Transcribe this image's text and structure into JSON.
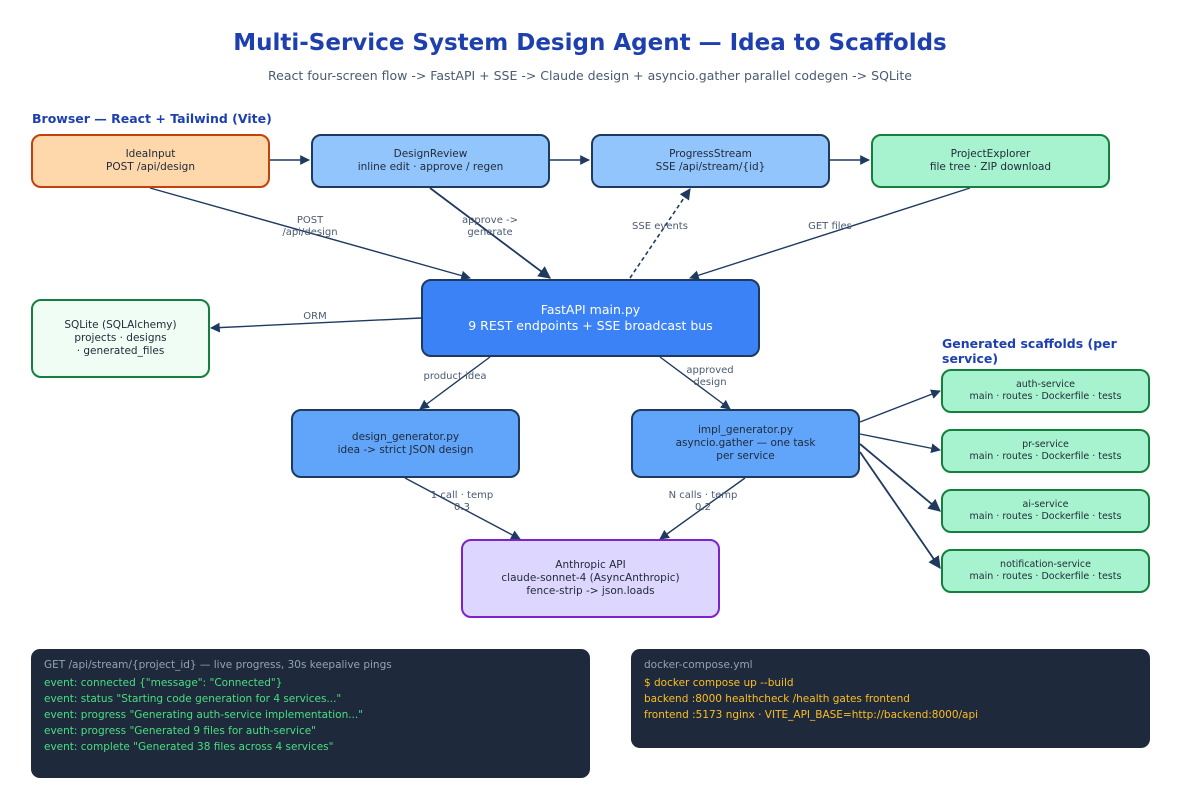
{
  "title": "Multi-Service System Design Agent — Idea to Scaffolds",
  "subtitle": "React four-screen flow -> FastAPI + SSE -> Claude design + asyncio.gather parallel codegen -> SQLite",
  "sections": {
    "browser": "Browser — React + Tailwind (Vite)",
    "scaffolds": [
      "Generated scaffolds (per",
      "service)"
    ]
  },
  "nodes": {
    "idea_input": {
      "title": "IdeaInput",
      "sub": "POST /api/design"
    },
    "design_review": {
      "title": "DesignReview",
      "sub": "inline edit · approve / regen"
    },
    "progress_stream": {
      "title": "ProgressStream",
      "sub": "SSE /api/stream/{id}"
    },
    "project_explorer": {
      "title": "ProjectExplorer",
      "sub": "file tree · ZIP download"
    },
    "sqlite": {
      "lines": [
        "SQLite (SQLAlchemy)",
        "projects · designs",
        "· generated_files"
      ]
    },
    "fastapi": {
      "lines": [
        "FastAPI main.py",
        "9 REST endpoints + SSE broadcast bus"
      ]
    },
    "design_generator": {
      "lines": [
        "design_generator.py",
        "idea -> strict JSON design"
      ]
    },
    "impl_generator": {
      "lines": [
        "impl_generator.py",
        "asyncio.gather — one task",
        "per service"
      ]
    },
    "anthropic": {
      "lines": [
        "Anthropic API",
        "claude-sonnet-4 (AsyncAnthropic)",
        "fence-strip -> json.loads"
      ]
    }
  },
  "services": [
    {
      "name": "auth-service",
      "detail": "main · routes · Dockerfile · tests"
    },
    {
      "name": "pr-service",
      "detail": "main · routes · Dockerfile · tests"
    },
    {
      "name": "ai-service",
      "detail": "main · routes · Dockerfile · tests"
    },
    {
      "name": "notification-service",
      "detail": "main · routes · Dockerfile · tests"
    }
  ],
  "edge_labels": {
    "post_design": [
      "POST",
      "/api/design"
    ],
    "approve": [
      "approve ->",
      "generate"
    ],
    "sse_events": [
      "SSE events"
    ],
    "get_files": [
      "GET files"
    ],
    "orm": [
      "ORM"
    ],
    "product_idea": [
      "product idea"
    ],
    "approved_design": [
      "approved",
      "design"
    ],
    "one_call": [
      "1 call · temp",
      "0.3"
    ],
    "n_calls": [
      "N calls · temp",
      "0.2"
    ]
  },
  "stream_panel": {
    "header": "GET /api/stream/{project_id} — live progress, 30s keepalive pings",
    "lines": [
      "event: connected {\"message\": \"Connected\"}",
      "event: status \"Starting code generation for 4 services...\"",
      "event: progress \"Generating auth-service implementation...\"",
      "event: progress \"Generated 9 files for auth-service\"",
      "event: complete \"Generated 38 files across 4 services\""
    ]
  },
  "compose_panel": {
    "header": "docker-compose.yml",
    "lines": [
      "$ docker compose up --build",
      "backend :8000 healthcheck /health gates frontend",
      "frontend :5173 nginx · VITE_API_BASE=http://backend:8000/api"
    ]
  },
  "colors": {
    "title": "#1e40af",
    "edge": "#1f3a5f",
    "main_node": "#3b82f6",
    "terminal_bg": "#1e293b",
    "terminal_green": "#4ade80",
    "terminal_yellow": "#fbbf24"
  }
}
